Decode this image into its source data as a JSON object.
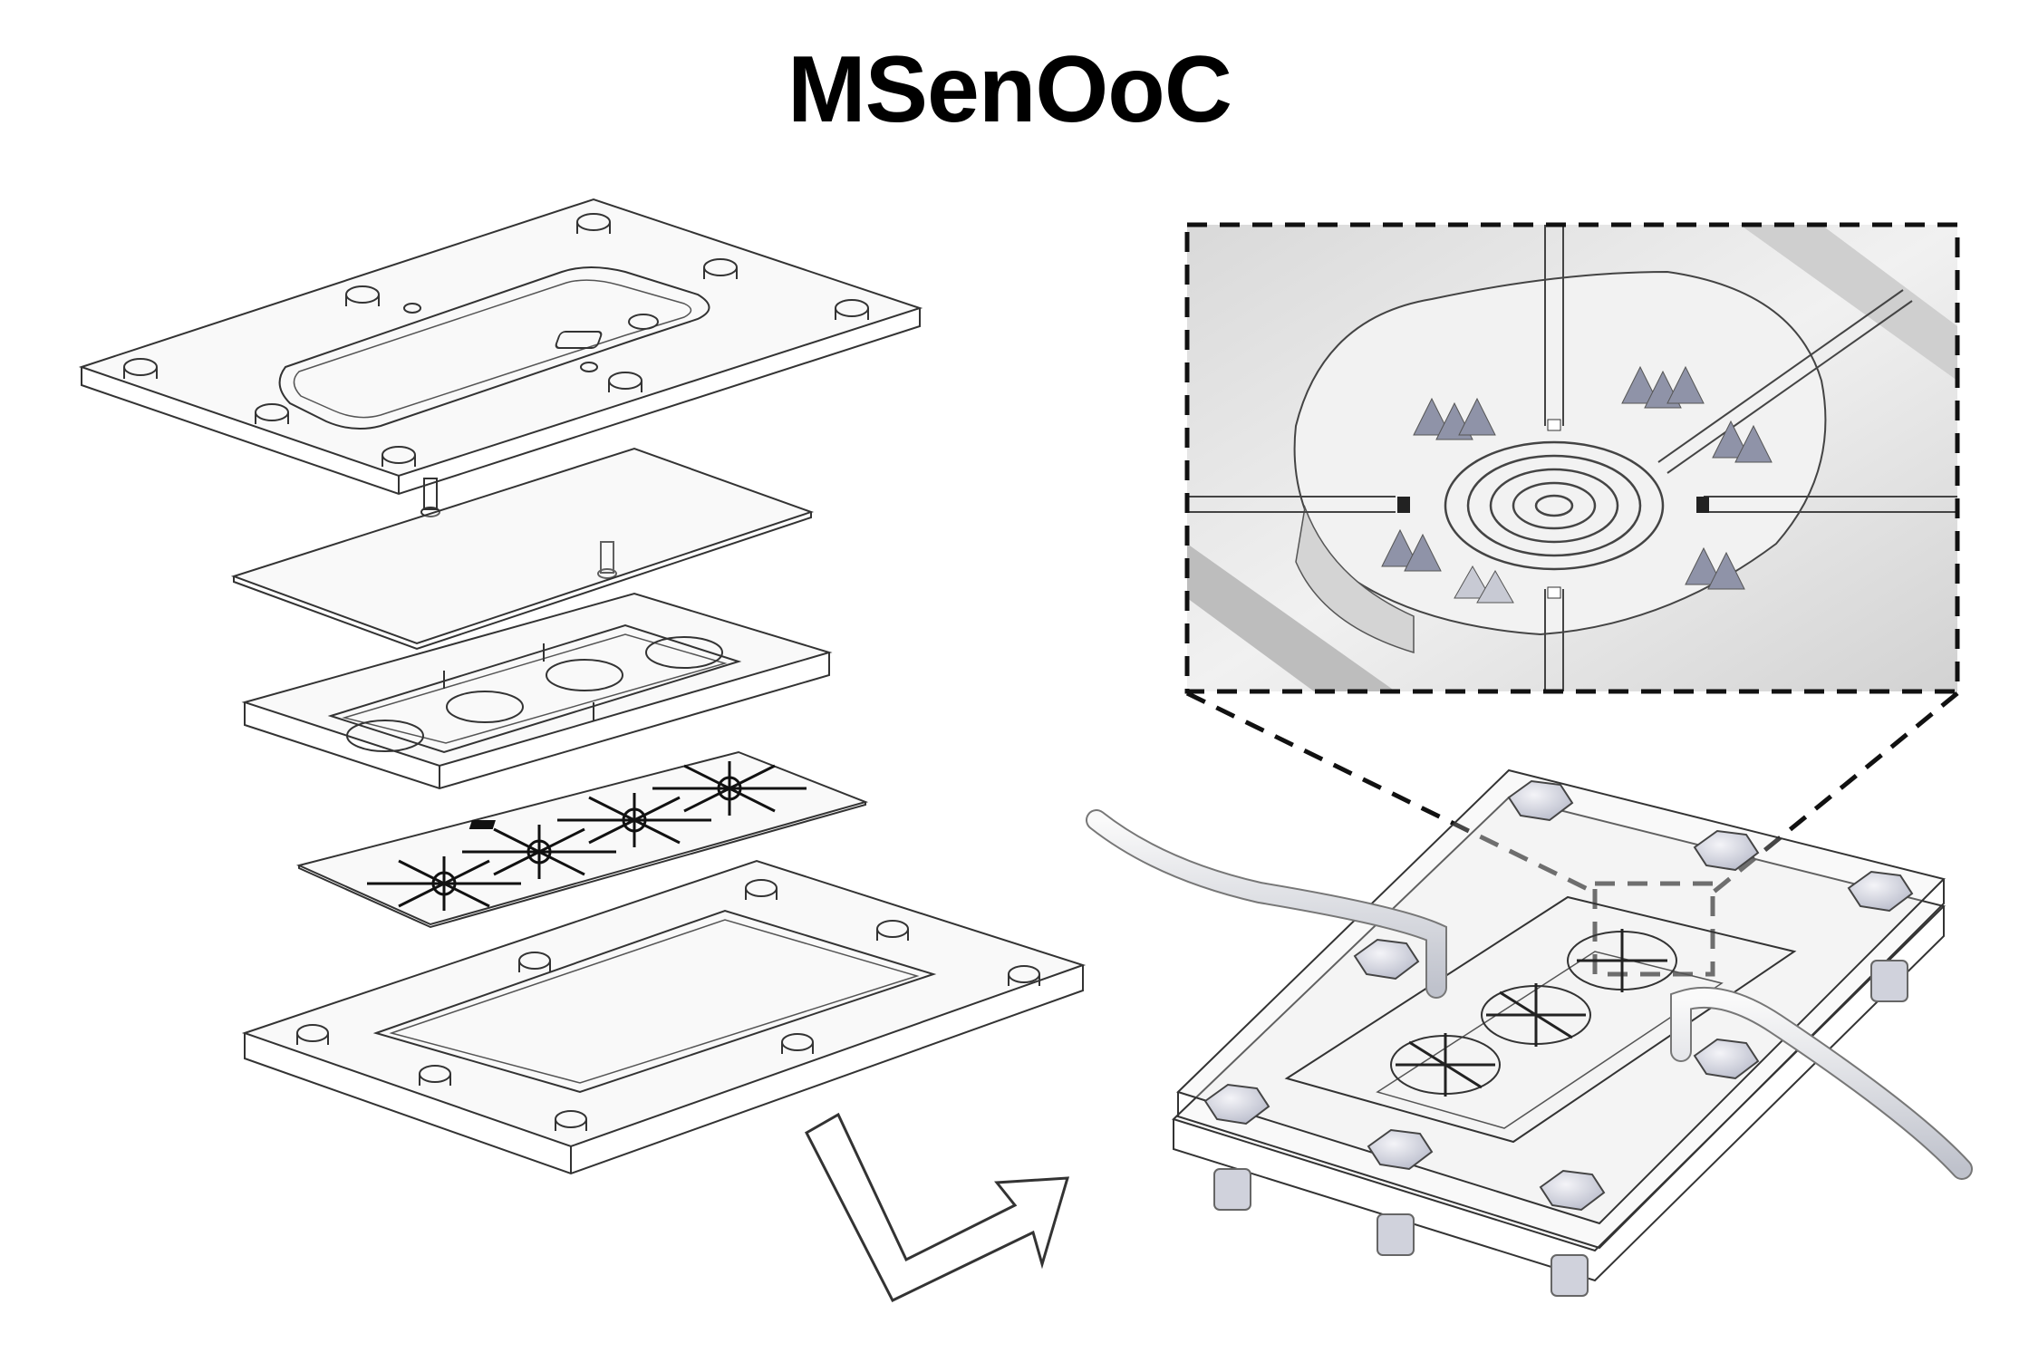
{
  "title": "MSenOoC",
  "colors": {
    "line": "#333333",
    "bolt_fill": "#d8d8e0",
    "zoom_bg": "#e9e9e9",
    "spike": "#8f93a8"
  },
  "parts": {
    "exploded_view": "exploded-assembly",
    "assembled_view": "assembled-device",
    "zoom_view": "chamber-detail",
    "arrow": "assembly-arrow"
  }
}
